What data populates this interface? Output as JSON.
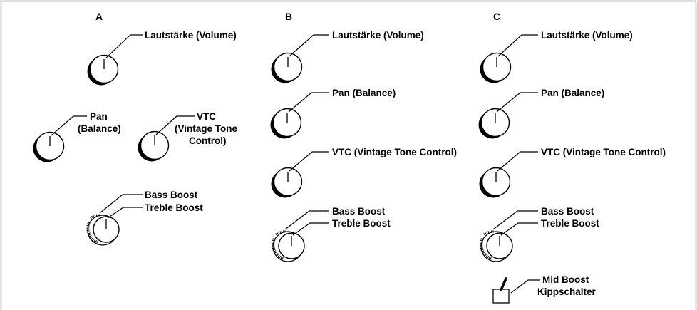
{
  "colors": {
    "ink": "#000000",
    "paper": "#ffffff"
  },
  "panels": [
    {
      "id": "A",
      "title": "A",
      "knob_labels": {
        "volume": "Lautstärke (Volume)",
        "pan_1": "Pan",
        "pan_2": "(Balance)",
        "vtc_1": "VTC",
        "vtc_2": "(Vintage Tone",
        "vtc_3": "Control)",
        "bass": "Bass Boost",
        "treble": "Treble Boost"
      }
    },
    {
      "id": "B",
      "title": "B",
      "knob_labels": {
        "volume": "Lautstärke (Volume)",
        "pan": "Pan (Balance)",
        "vtc": "VTC (Vintage Tone Control)",
        "bass": "Bass Boost",
        "treble": "Treble Boost"
      }
    },
    {
      "id": "C",
      "title": "C",
      "knob_labels": {
        "volume": "Lautstärke (Volume)",
        "pan": "Pan (Balance)",
        "vtc": "VTC (Vintage Tone Control)",
        "bass": "Bass Boost",
        "treble": "Treble Boost"
      },
      "switch_labels": {
        "line1": "Mid Boost",
        "line2": "Kippschalter"
      }
    }
  ]
}
